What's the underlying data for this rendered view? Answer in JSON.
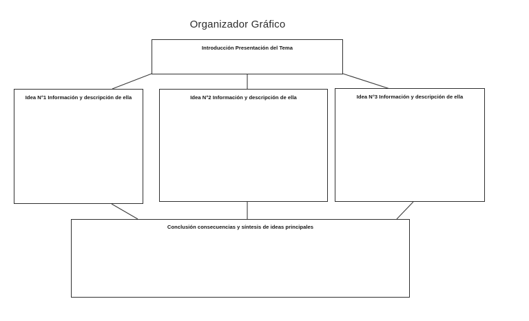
{
  "document": {
    "title": "Organizador Gráfico"
  },
  "diagram": {
    "type": "graphic-organizer",
    "nodes": [
      {
        "id": "intro",
        "label": "Introducción Presentación del Tema"
      },
      {
        "id": "idea1",
        "label": "Idea N°1 Información y descripción de ella"
      },
      {
        "id": "idea2",
        "label": "Idea N°2 Información y descripción de ella"
      },
      {
        "id": "idea3",
        "label": "Idea N°3 Información y descripción de ella"
      },
      {
        "id": "conclusion",
        "label": "Conclusión consecuencias y síntesis de ideas principales"
      }
    ],
    "connectors": [
      {
        "from": "intro",
        "to": "idea1",
        "style": "diagonal"
      },
      {
        "from": "intro",
        "to": "idea2",
        "style": "vertical"
      },
      {
        "from": "intro",
        "to": "idea3",
        "style": "diagonal"
      },
      {
        "from": "idea1",
        "to": "conclusion",
        "style": "diagonal"
      },
      {
        "from": "idea2",
        "to": "conclusion",
        "style": "vertical"
      },
      {
        "from": "idea3",
        "to": "conclusion",
        "style": "diagonal"
      }
    ],
    "colors": {
      "border": "#2e2e2e",
      "connector": "#3a3a3a",
      "text": "#111111",
      "background": "#ffffff"
    }
  }
}
